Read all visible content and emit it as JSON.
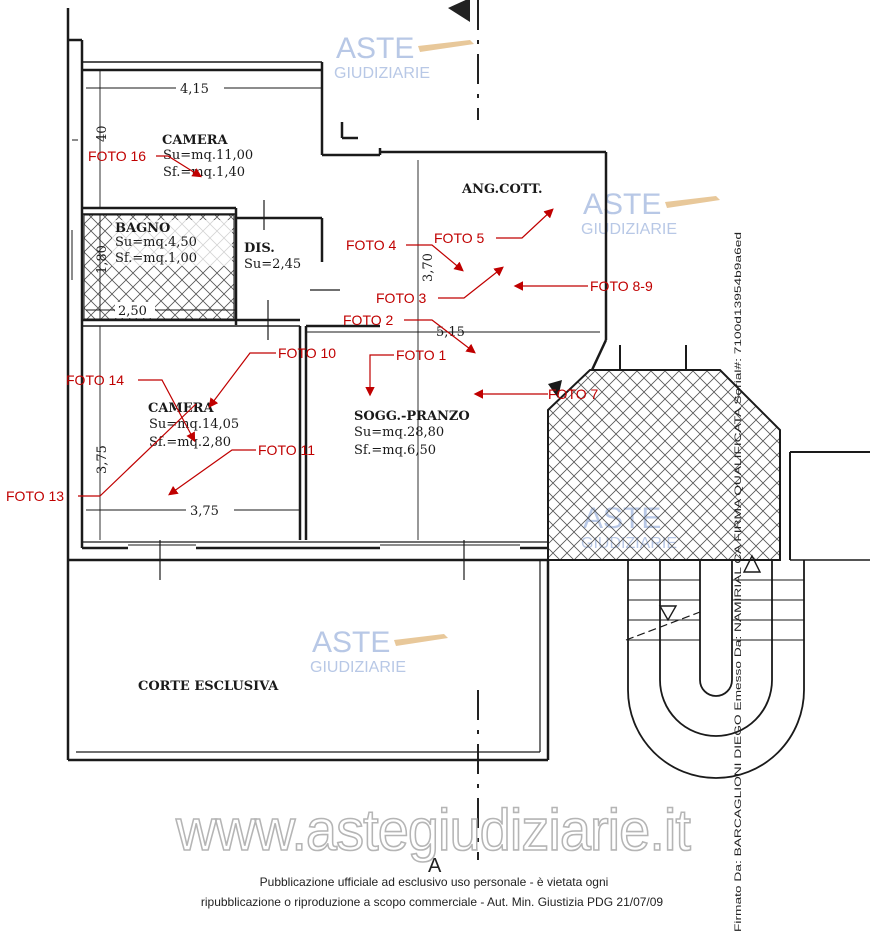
{
  "rooms": {
    "camera_top": {
      "name": "CAMERA",
      "su": "Su=mq.11,00",
      "sf": "Sf.=mq.1,40"
    },
    "bagno": {
      "name": "BAGNO",
      "su": "Su=mq.4,50",
      "sf": "Sf.=mq.1,00"
    },
    "dis": {
      "name": "DIS.",
      "su": "Su=2,45"
    },
    "ang_cott": {
      "name": "ANG.COTT."
    },
    "camera_bottom": {
      "name": "CAMERA",
      "su": "Su=mq.14,05",
      "sf": "Sf.=mq.2,80"
    },
    "soggiorno": {
      "name": "SOGG.-PRANZO",
      "su": "Su=mq.28,80",
      "sf": "Sf.=mq.6,50"
    },
    "corte": {
      "name": "CORTE ESCLUSIVA"
    }
  },
  "dimensions": {
    "top_width": "4,15",
    "left_top": "40",
    "bagno_height": "1,80",
    "bagno_width": "2,50",
    "ang_height": "3,70",
    "sogg_width": "5,15",
    "camera_height": "3,75",
    "camera_width": "3,75"
  },
  "photo_labels": {
    "f1": "FOTO 1",
    "f2": "FOTO 2",
    "f3": "FOTO 3",
    "f4": "FOTO 4",
    "f5": "FOTO 5",
    "f7": "FOTO 7",
    "f89": "FOTO 8-9",
    "f10": "FOTO  10",
    "f11": "FOTO 11",
    "f13": "FOTO 13",
    "f14": "FOTO 14",
    "f16": "FOTO 16"
  },
  "section_marker": "A",
  "watermark": {
    "line1": "ASTE",
    "line2": "GIUDIZIARIE",
    "url": "www.astegiudiziarie.it"
  },
  "footer": {
    "line1": "Pubblicazione ufficiale ad esclusivo uso personale - è vietata ogni",
    "line2": "ripubblicazione o riproduzione a scopo commerciale - Aut. Min. Giustizia PDG 21/07/09"
  },
  "signature": "Firmato Da: BARCAGLIONI DIEGO Emesso Da: NAMIRIAL CA FIRMA QUALIFICATA Serial#: 7100d13954b9a6ed",
  "colors": {
    "annotation": "#c00000",
    "walls": "#1a1a1a",
    "watermark": "#b8c8e6"
  }
}
